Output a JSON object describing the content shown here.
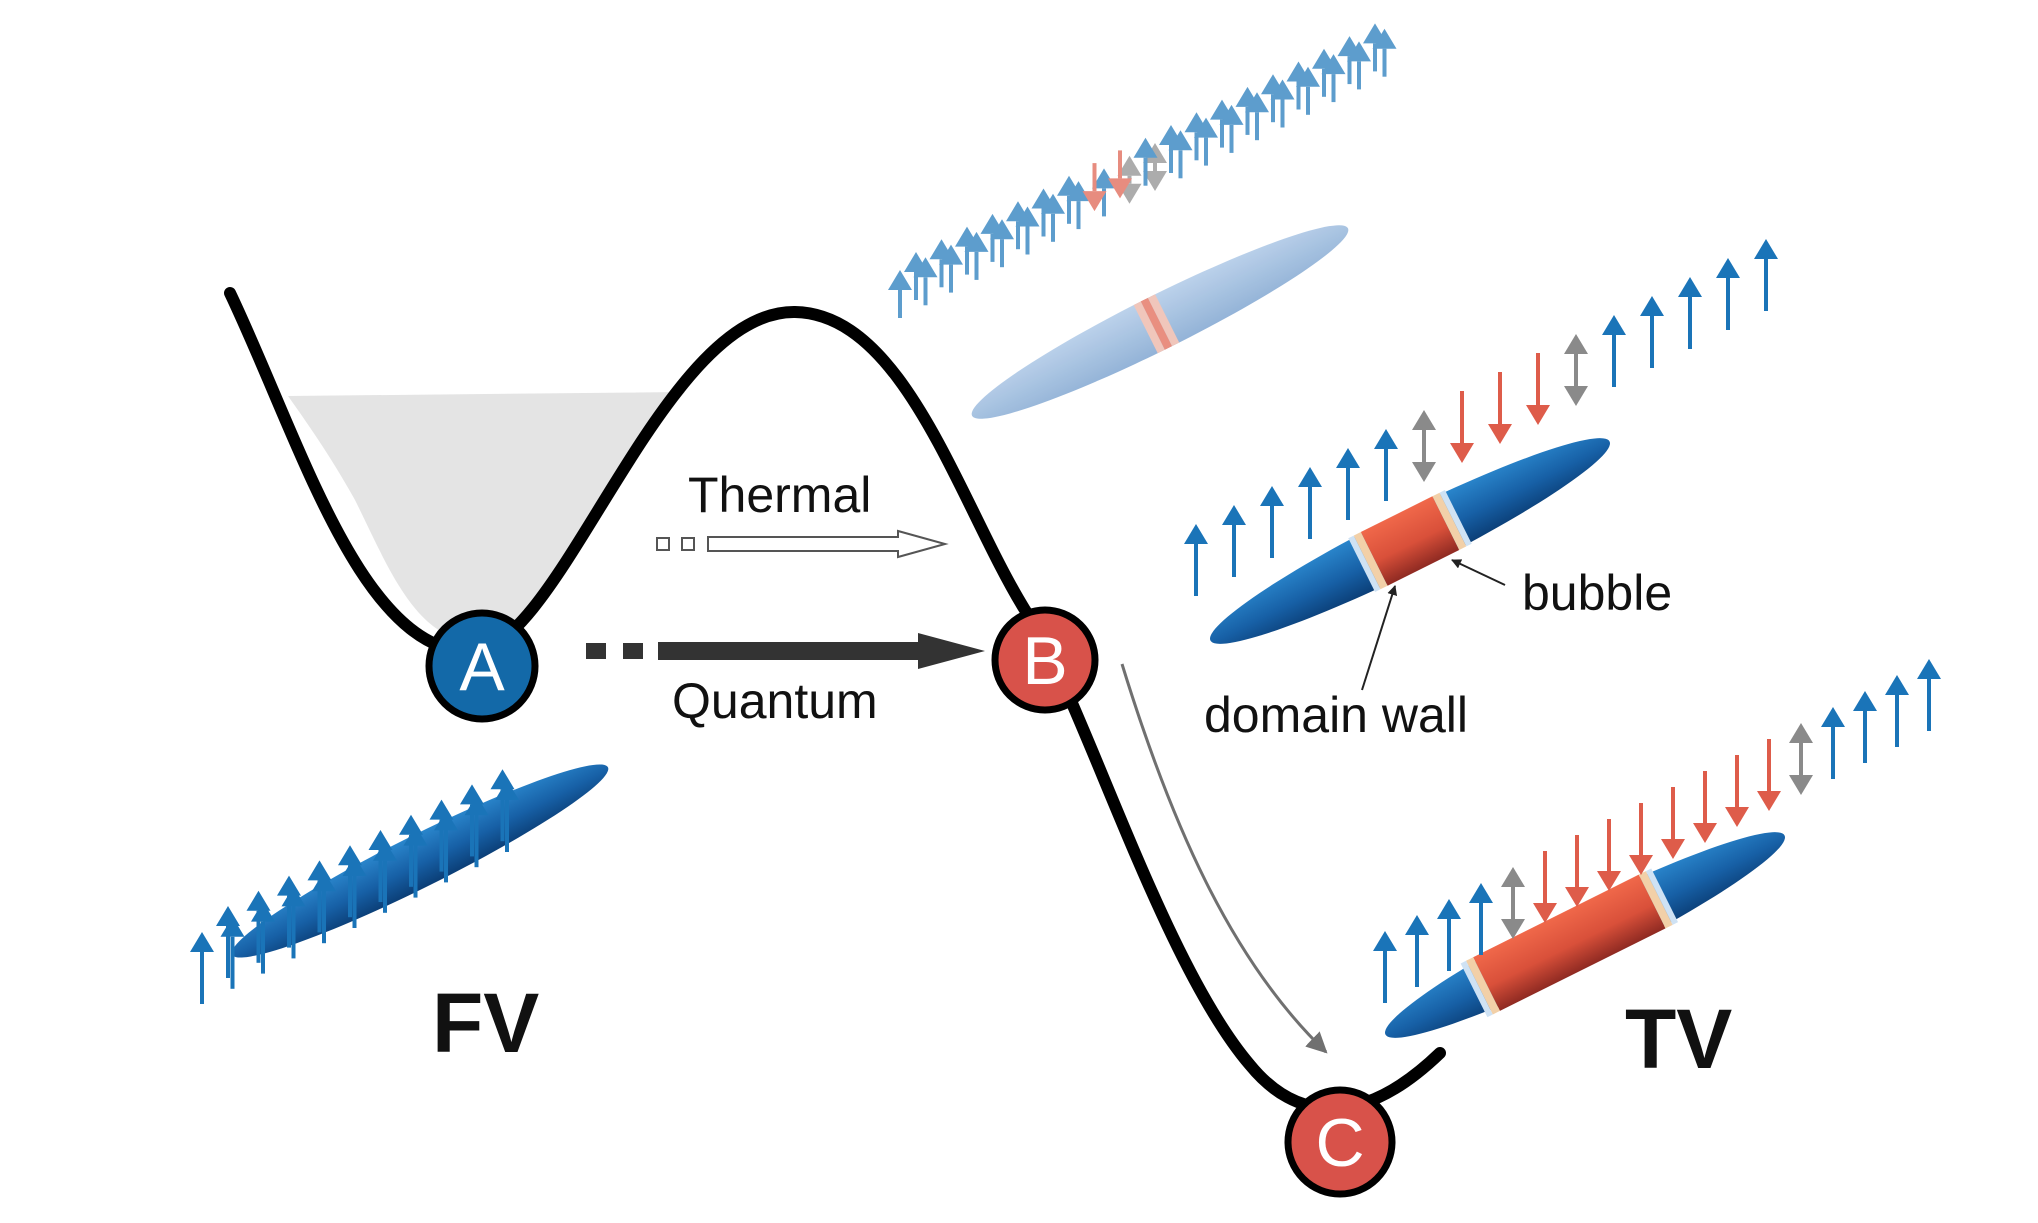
{
  "labels": {
    "thermal": "Thermal",
    "quantum": "Quantum",
    "bubble": "bubble",
    "domain_wall": "domain wall",
    "false_vacuum": "FV",
    "true_vacuum": "TV"
  },
  "nodes": {
    "a": {
      "label": "A",
      "color": "#1369a8"
    },
    "b": {
      "label": "B",
      "color": "#d8524a"
    },
    "c": {
      "label": "C",
      "color": "#d8524a"
    }
  },
  "colors": {
    "spin_up": "#1a74b8",
    "spin_down": "#de5c4a",
    "spin_flipping": "#8a8a8a",
    "cloud": "#1b60a8",
    "bubble": "#d9503a",
    "well_fill": "#e4e4e4",
    "potential_line": "#000000"
  },
  "icons": {
    "spin_up": "up-arrow-icon",
    "spin_down": "down-arrow-icon",
    "spin_flipping": "double-arrow-icon"
  }
}
